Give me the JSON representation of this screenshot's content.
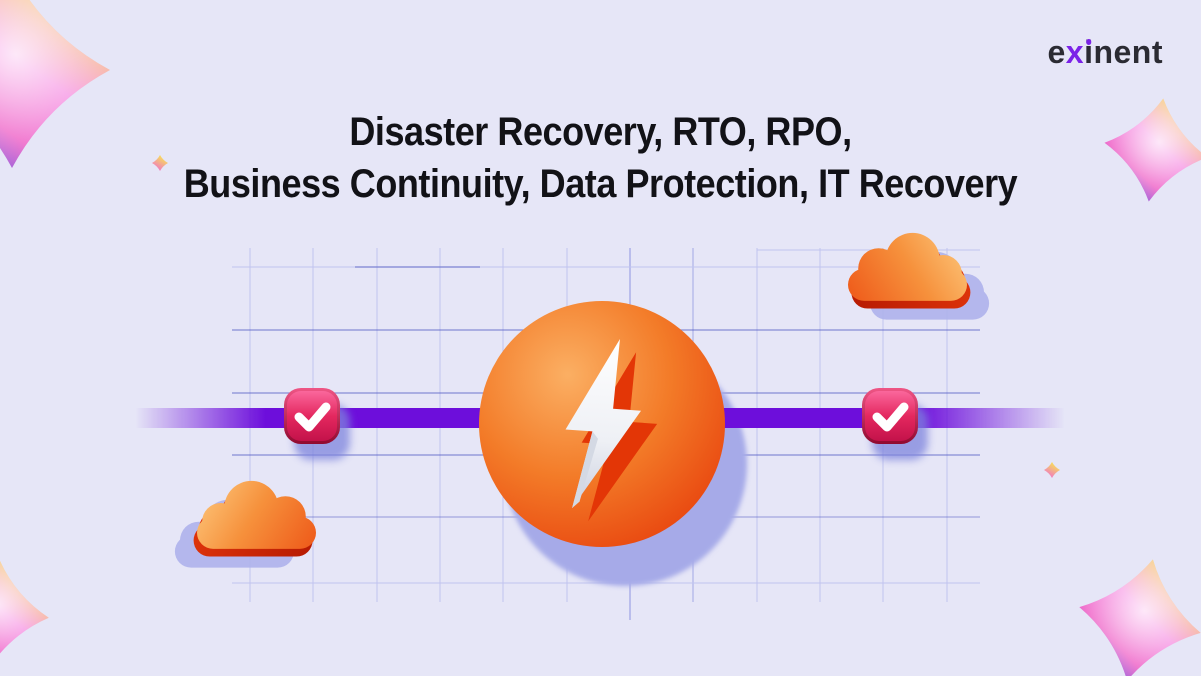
{
  "page": {
    "background_color": "#e6e6f7"
  },
  "header": {
    "logo": {
      "part1": "e",
      "part2": "x",
      "part3": "i",
      "part4": "nent",
      "accent_color": "#7b22e8",
      "text_color": "#2b2b33"
    }
  },
  "title": {
    "line1": "Disaster Recovery, RTO, RPO,",
    "line2": "Business Continuity, Data Protection, IT Recovery",
    "color": "#121217"
  },
  "illustration": {
    "timeline_bar_color": "#6d0edb",
    "circle_gradient": [
      "#fbaf63",
      "#f37b28",
      "#e8430e"
    ],
    "lightning_bolt_color": "#ffffff",
    "bolt_shadow_color": "#e33606",
    "badge_gradient": [
      "#fa679c",
      "#e4285f",
      "#c3124a"
    ],
    "checkmark_color": "#ffffff",
    "cloud_gradient": [
      "#fdc97e",
      "#f6913c",
      "#ef5f1d"
    ],
    "cloud_depth_color": "#d52b06",
    "soft_shadow_color": "#a6aae8",
    "grid_line_color": "#bfc3ef",
    "grid_line_dark_color": "#4a52c0",
    "star_gradient": [
      "#f7f13f",
      "#f585e0",
      "#4e6ef2"
    ]
  }
}
